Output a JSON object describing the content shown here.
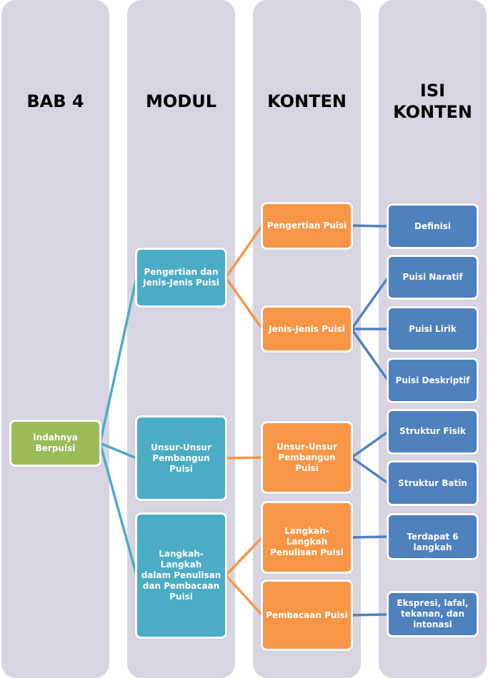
{
  "colors": {
    "column_bg": "#d8d4e2",
    "root": "#9bbb59",
    "modul": "#4bacc6",
    "konten": "#f79646",
    "isi": "#4f81bd"
  },
  "columns": [
    {
      "title": "BAB 4"
    },
    {
      "title": "MODUL"
    },
    {
      "title": "KONTEN"
    },
    {
      "title": "ISI\nKONTEN"
    }
  ],
  "root": {
    "label": "Indahnya Berpuisi"
  },
  "modul": [
    {
      "label": "Pengertian dan\nJenis-Jenis Puisi"
    },
    {
      "label": "Unsur-Unsur\nPembangun Puisi"
    },
    {
      "label": "Langkah-Langkah\ndalam Penulisan\ndan Pembacaan\nPuisi"
    }
  ],
  "konten": [
    {
      "label": "Pengertian Puisi",
      "parent": 0
    },
    {
      "label": "Jenis-Jenis Puisi",
      "parent": 0
    },
    {
      "label": "Unsur-Unsur\nPembangun Puisi",
      "parent": 1
    },
    {
      "label": "Langkah-Langkah\nPenulisan Puisi",
      "parent": 2
    },
    {
      "label": "Pembacaan Puisi",
      "parent": 2
    }
  ],
  "isi": [
    {
      "label": "Definisi",
      "parent": 0
    },
    {
      "label": "Puisi Naratif",
      "parent": 1
    },
    {
      "label": "Puisi Lirik",
      "parent": 1
    },
    {
      "label": "Puisi Deskriptif",
      "parent": 1
    },
    {
      "label": "Struktur Fisik",
      "parent": 2
    },
    {
      "label": "Struktur Batin",
      "parent": 2
    },
    {
      "label": "Terdapat 6 langkah",
      "parent": 3
    },
    {
      "label": "Ekspresi, lafal,\ntekanan, dan\nintonasi",
      "parent": 4
    }
  ]
}
